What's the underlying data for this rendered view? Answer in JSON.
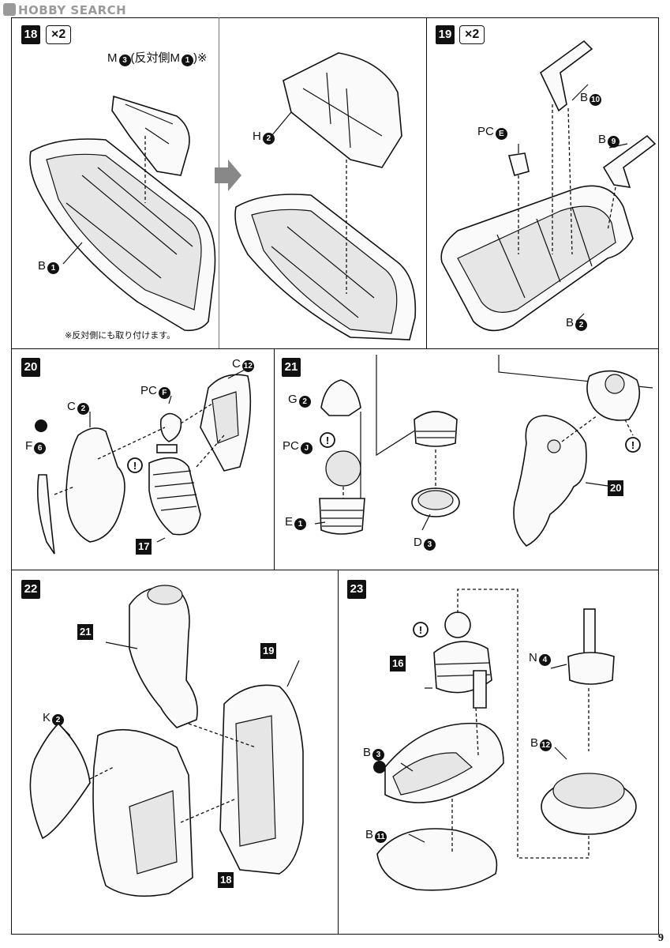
{
  "watermark": "HOBBY SEARCH",
  "page_number": "9",
  "steps": {
    "s18": {
      "num": "18",
      "mult": "×2",
      "part_top": "M",
      "part_top_num": "3",
      "part_top_note": "(反対側M",
      "part_top_note_num": "1",
      "part_top_note_end": ")※",
      "part_b": "B",
      "part_b_num": "1",
      "part_h": "H",
      "part_h_num": "2",
      "footnote": "※反対側にも取り付けます。"
    },
    "s19": {
      "num": "19",
      "mult": "×2",
      "pc": "PC",
      "pc_letter": "E",
      "b10": "B",
      "b10_num": "10",
      "b9": "B",
      "b9_num": "9",
      "b2": "B",
      "b2_num": "2"
    },
    "s20": {
      "num": "20",
      "c12": "C",
      "c12_num": "12",
      "pcf": "PC",
      "pcf_letter": "F",
      "c2": "C",
      "c2_num": "2",
      "f6": "F",
      "f6_num": "6",
      "ref17": "17"
    },
    "s21": {
      "num": "21",
      "g2": "G",
      "g2_num": "2",
      "pcj": "PC",
      "pcj_letter": "J",
      "e1": "E",
      "e1_num": "1",
      "d3": "D",
      "d3_num": "3",
      "ref20": "20"
    },
    "s22": {
      "num": "22",
      "ref21": "21",
      "ref19": "19",
      "ref18": "18",
      "k2": "K",
      "k2_num": "2"
    },
    "s23": {
      "num": "23",
      "ref16": "16",
      "b3": "B",
      "b3_num": "3",
      "b11": "B",
      "b11_num": "11",
      "n4": "N",
      "n4_num": "4",
      "b12": "B",
      "b12_num": "12"
    }
  },
  "icons": {
    "caution": "caution-icon",
    "paint": "paint-icon",
    "arrow": "next-arrow-icon"
  }
}
